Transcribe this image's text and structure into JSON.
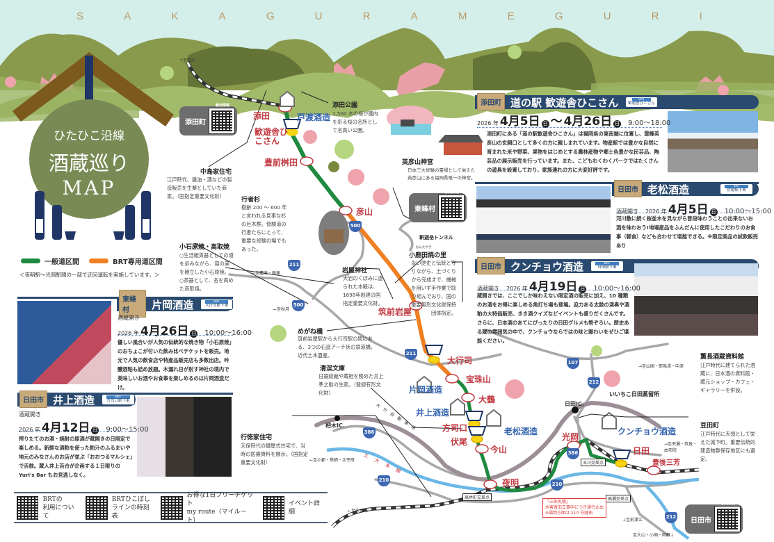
{
  "header": {
    "letters": [
      "S",
      "A",
      "K",
      "A",
      "G",
      "U",
      "R",
      "A",
      "M",
      "E",
      "G",
      "U",
      "R",
      "I"
    ],
    "to_tagawa": "↑至田川"
  },
  "title": {
    "line1": "ひたひこ沿線",
    "line2": "酒蔵巡り",
    "line3": "MAP"
  },
  "legend": {
    "general": "一般道区間",
    "brt": "BRT専用道区間",
    "note": "＜夜明駅〜光岡駅間の一部で迂回運転を実施しています。＞",
    "colors": {
      "general": "#1f8a3f",
      "brt": "#f07f22"
    }
  },
  "qr_badges": [
    {
      "area": "添田町",
      "caption": "観光情報"
    },
    {
      "area": "東峰村",
      "caption": "観光情報"
    },
    {
      "area": "日田市",
      "caption": "観光情報"
    }
  ],
  "stations": [
    "添田",
    "歓遊舎ひこさん",
    "豊前桝田",
    "彦山",
    "筑前岩屋",
    "大行司",
    "宝珠山",
    "大鶴",
    "方司口",
    "伏尾",
    "今山",
    "夜明",
    "光岡",
    "日田",
    "豊後三芳"
  ],
  "map_breweries": [
    "戸渡酒造",
    "片岡酒造",
    "井上酒造",
    "老松酒造",
    "クンチョウ酒造"
  ],
  "spots": [
    {
      "name": "添田公園",
      "desc": "1,500 本の桜が園内を彩る桜の名所として名高い公園。"
    },
    {
      "name": "英彦山神宮",
      "desc": "日本三大修験の霊場として栄えた英彦山にある福岡県唯一の神宮。"
    },
    {
      "name": "中島家住宅",
      "desc": "江戸時代、醤油・酒などの製造販売を生業としていた商家。（国指定重要文化財）"
    },
    {
      "name": "行者杉",
      "desc": "樹齢 200 〜 600 年と言われる見事な杉の巨木群。修験道の行者たちにとって、重要な修験の場でもあった。"
    },
    {
      "name": "小石原焼・高取焼",
      "desc": "○生活雑貨器としての道を歩みながら、用の美を確立した小石原焼。○茶器として、名を高めた高取焼。"
    },
    {
      "name": "岩屋神社",
      "desc": "大岩のくぼみに造られた本殿は、1698年創建の国指定重要文化財。"
    },
    {
      "name": "小鹿田焼の里",
      "ruby": "おんたやき",
      "desc": "永い歴史と伝統と守りながら、土づくりから完成まで、機械を用いず手作業で取り組んでおり、国の重要無形文化財保持団体指定。"
    },
    {
      "name": "めがね橋",
      "desc": "筑前岩屋駅から大行司駅の間にある、3つの石造アーチ状の鉄道橋。近代土木遺産。"
    },
    {
      "name": "清渓文庫",
      "desc": "日銀総裁や蔵相を務めた井上準之助の生家。（登録有形文化財）"
    },
    {
      "name": "行徳家住宅",
      "desc": "天保時代の鍵屋式住宅で、当時の医療資料を展示。（国指定重要文化財）"
    },
    {
      "name": "薫長酒蔵資料館",
      "desc": "江戸時代に建てられた酒蔵に、日本酒の資料館・蔵元ショップ・カフェ・ギャラリーを併設。"
    },
    {
      "name": "豆田町",
      "desc": "江戸時代に天領として栄えた城下町。重要伝統的建造物群保存地区にも選定。"
    },
    {
      "name": "釈迦岳トンネル"
    },
    {
      "name": "いいちこ日田蒸留所"
    }
  ],
  "roads": {
    "to": [
      "←至嘉麻・飯塚",
      "←至秋月",
      "←至小郡・鳥栖・太宰府",
      "←至久留米",
      "→至山国・耶馬渓・中津",
      "→至天瀬・玖珠・由布院",
      "↓至前津江",
      "至大山・小国・阿蘇↓"
    ],
    "routes": [
      "500",
      "211",
      "500",
      "211",
      "386",
      "210",
      "107",
      "212",
      "386",
      "210",
      "212"
    ],
    "ic": [
      "杷木IC.",
      "日田IC."
    ],
    "expressway": "大分自動車道",
    "railway": "久大本線",
    "intersections": [
      "高井町交差点",
      "玉川交差点",
      "高瀬交差点"
    ],
    "notice": [
      "「三郎丸橋」",
      "水害復旧工事中につき通行止め",
      "※福岡方面は 210 号経由"
    ]
  },
  "cards": [
    {
      "area": "添田町",
      "title": "道の駅 歓遊舎ひこさん",
      "brt": "歓遊舎ひこさん",
      "year": "2026 年",
      "date1": "4月5日",
      "dow1": "日",
      "sep": "〜",
      "date2": "4月26日",
      "dow2": "日",
      "time": "9:00〜18:00",
      "body": "添田町にある「道の駅歓遊舎ひこさん」は福岡県の東南端に位置し、霊峰英彦山の玄関口として多くの方に親しまれています。物産館では豊かな自然に育まれた米や野菜、果物をはじめとする農林産物や郷土色豊かな民芸品、陶芸品の展示販売を行っています。また、こどもわくわくパークではたくさんの遊具を設置しており、家族連れの方に大変好評です。"
    },
    {
      "area": "日田市",
      "title": "老松酒造",
      "brt": "伏尾駅下車",
      "open": "酒蔵開き",
      "year": "2026 年",
      "date1": "4月5日",
      "dow1": "日",
      "time": "10:00〜15:00",
      "body": "河川敷に続く桜並木を見ながら普段味わうことの出来ないお酒を味わおう!地場産品をふんだんに使用したこだわりのお食事（軽食）なども合わせて堪能できる。※限定商品の試飲販売あり"
    },
    {
      "area": "日田市",
      "title": "クンチョウ酒造",
      "brt": "日田駅下車",
      "open": "酒蔵開き",
      "year": "2026 年",
      "date1": "4月19日",
      "dow1": "日",
      "time": "10:00〜16:00",
      "body": "蔵開きでは、ここでしか味わえない限定酒の販売に加え、10 種類のお酒をお得に楽しめる角打ち場も登場。迫力ある太鼓の演奏や酒粕の大特価販売、きき酒クイズなどイベントも盛りだくさんです。さらに、日本酒のあてにぴったりの日田グルメも勢ぞろい。歴史ある蔵の雰囲気の中で、クンチョウならではの味と賑わいをぜひご堪能ください。"
    },
    {
      "area": "東峰村",
      "title": "片岡酒造",
      "brt": "大行司駅下車",
      "open": "酒蔵開き",
      "year": "2026 年",
      "date1": "4月26日",
      "dow1": "日",
      "time": "10:00〜16:00",
      "body": "優しい風合いが人気の伝統的な焼き物「小石原焼」のおちょこが付いた飲み比べチケットを販売。地元で人気の飲食店や特産品販売店も多数出店。吟醸酒粕も詰め放題。木漏れ日が射す神社の境内で美味しいお酒やお食事を楽しめるのは片岡酒造だけ。"
    },
    {
      "area": "日田市",
      "title": "井上酒造",
      "brt": "方司口駅下車",
      "open": "酒蔵開き",
      "year": "2026 年",
      "date1": "4月12日",
      "dow1": "日",
      "time": "9:00〜15:00",
      "body": "搾りたてのお酒・焼酎の原酒が蔵開きの日限定で楽しめる。新鮮な酒粕を使った粕汁のふるまいや地元のみなさんのお店が並ぶ「おおつるマルシェ」で舌鼓。蔵人井上百合が企画する１日限りの Yuri's Bar もお見逃しなく。"
    }
  ],
  "brt_tag": "BRT",
  "footer": [
    {
      "line1": "BRTの",
      "line2": "利用について"
    },
    {
      "line1": "BRTひこぼし",
      "line2": "ラインの時刻表"
    },
    {
      "line1": "お得な1日フリーチケット",
      "line2": "my route（マイルート）"
    },
    {
      "line1": "イベント詳細",
      "line2": ""
    }
  ]
}
